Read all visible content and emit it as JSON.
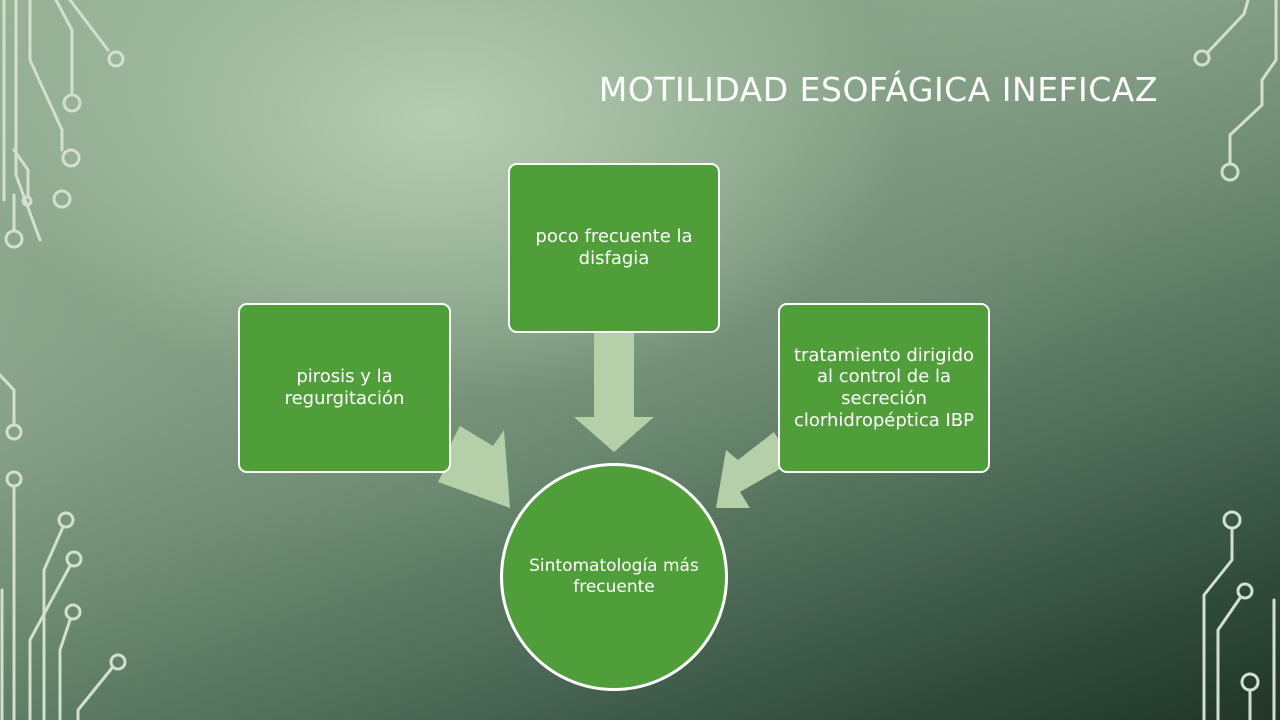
{
  "slide": {
    "title": "MOTILIDAD ESOFÁGICA INEFICAZ",
    "colors": {
      "box_fill": "#509e3a",
      "arrow_fill": "#b5d0a9",
      "title_color": "#ffffff"
    }
  },
  "diagram": {
    "center": "Sintomatología más frecuente",
    "items": [
      "pirosis y la regurgitación",
      "poco frecuente la disfagia",
      "tratamiento dirigido al control de la secreción clorhidropéptica IBP"
    ]
  }
}
